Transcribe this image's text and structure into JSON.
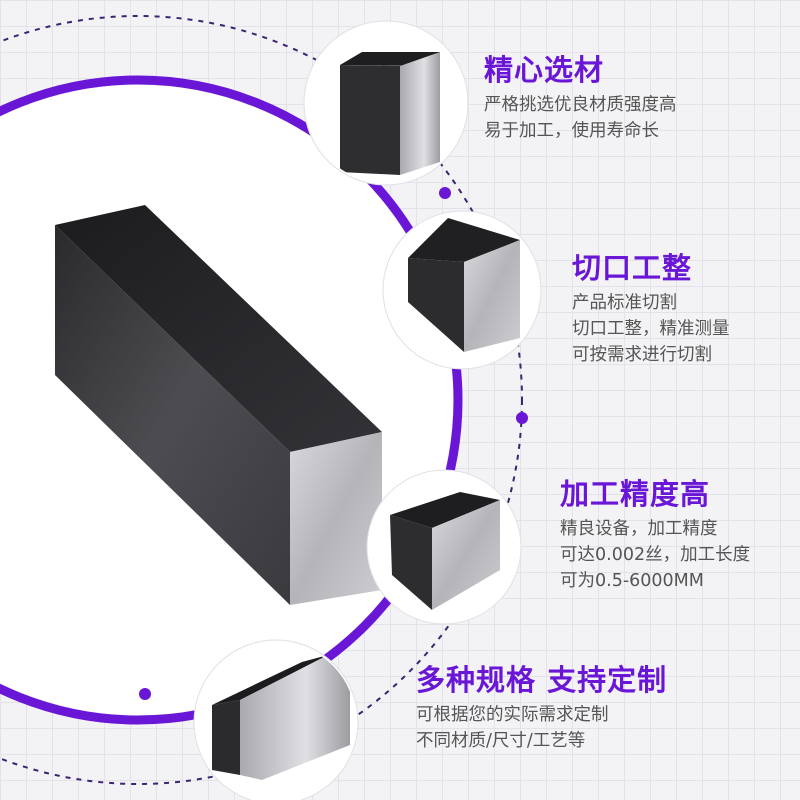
{
  "features": [
    {
      "title": "精心选材",
      "lines": [
        "严格挑选优良材质强度高",
        "易于加工，使用寿命长"
      ]
    },
    {
      "title": "切口工整",
      "lines": [
        "产品标准切割",
        "切口工整，精准测量",
        "可按需求进行切割"
      ]
    },
    {
      "title": "加工精度高",
      "lines": [
        "精良设备，加工精度",
        "可达0.002丝，加工长度",
        "可为0.5-6000MM"
      ]
    },
    {
      "title": "多种规格 支持定制",
      "lines": [
        "可根据您的实际需求定制",
        "不同材质/尺寸/工艺等"
      ]
    }
  ],
  "colors": {
    "accent": "#6a16d6",
    "steel_dark": "#2a2a2d",
    "steel_light": "#c7c7cc"
  }
}
